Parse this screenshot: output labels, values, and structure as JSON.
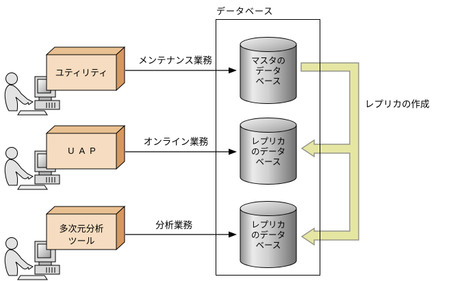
{
  "diagram_title": "データベース",
  "database_container": {
    "label": "データベース"
  },
  "databases": [
    {
      "name": "master-database",
      "lines": [
        "マスタの",
        "データ",
        "ベース"
      ]
    },
    {
      "name": "replica-database-1",
      "lines": [
        "レプリカ",
        "のデータ",
        "ベース"
      ]
    },
    {
      "name": "replica-database-2",
      "lines": [
        "レプリカ",
        "のデータ",
        "ベース"
      ]
    }
  ],
  "actors": [
    {
      "name": "utility",
      "box_lines": [
        "ユティリティ"
      ],
      "flow_label": "メンテナンス業務"
    },
    {
      "name": "uap",
      "box_lines": [
        "UAP"
      ],
      "flow_label": "オンライン業務"
    },
    {
      "name": "multidim-analysis",
      "box_lines": [
        "多次元分析",
        "ツール"
      ],
      "flow_label": "分析業務"
    }
  ],
  "replica_flow": {
    "label": "レプリカの作成"
  },
  "colors": {
    "background": "#ffffff",
    "outline": "#000000",
    "box_front": "#f6dcc0",
    "box_top": "#e9c091",
    "box_side": "#d6985e",
    "replica_path_fill": "#e6e6a3",
    "replica_path_stroke": "#95958b",
    "person_fill": "#e3e3e3",
    "hardware_fill": "#d9d9d9"
  }
}
